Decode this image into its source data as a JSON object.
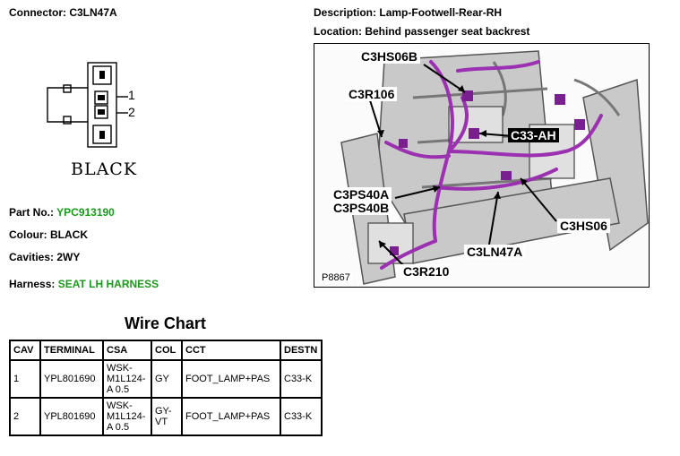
{
  "connector": {
    "label": "Connector:",
    "value": "C3LN47A",
    "pin_labels": [
      "1",
      "2"
    ],
    "color_name": "BLACK"
  },
  "description": {
    "label": "Description:",
    "value": "Lamp-Footwell-Rear-RH"
  },
  "location": {
    "label": "Location:",
    "value": "Behind passenger seat backrest"
  },
  "part": {
    "label": "Part No.:",
    "value": "YPC913190"
  },
  "colour": {
    "label": "Colour:",
    "value": "BLACK"
  },
  "cavities": {
    "label": "Cavities:",
    "value": "2WY"
  },
  "harness": {
    "label": "Harness:",
    "value": "SEAT LH HARNESS"
  },
  "photo": {
    "callouts": {
      "c3hs06b": "C3HS06B",
      "c3r106": "C3R106",
      "c33ah": "C33-AH",
      "c3ps40a": "C3PS40A",
      "c3ps40b": "C3PS40B",
      "c3hs06": "C3HS06",
      "c3ln47a": "C3LN47A",
      "c3r210": "C3R210"
    },
    "plate_number": "P8867"
  },
  "wire_chart": {
    "title": "Wire Chart",
    "headers": [
      "CAV",
      "TERMINAL",
      "CSA",
      "COL",
      "CCT",
      "DESTN"
    ],
    "rows": [
      {
        "cav": "1",
        "terminal": "YPL801690",
        "csa": "WSK-M1L124-A 0.5",
        "col": "GY",
        "cct": "FOOT_LAMP+PAS",
        "destn": "C33-K"
      },
      {
        "cav": "2",
        "terminal": "YPL801690",
        "csa": "WSK-M1L124-A 0.5",
        "col": "GY-VT",
        "cct": "FOOT_LAMP+PAS",
        "destn": "C33-K"
      }
    ]
  },
  "colors": {
    "value_green": "#1a9a1a",
    "harness_purple": "#9b30b0"
  }
}
